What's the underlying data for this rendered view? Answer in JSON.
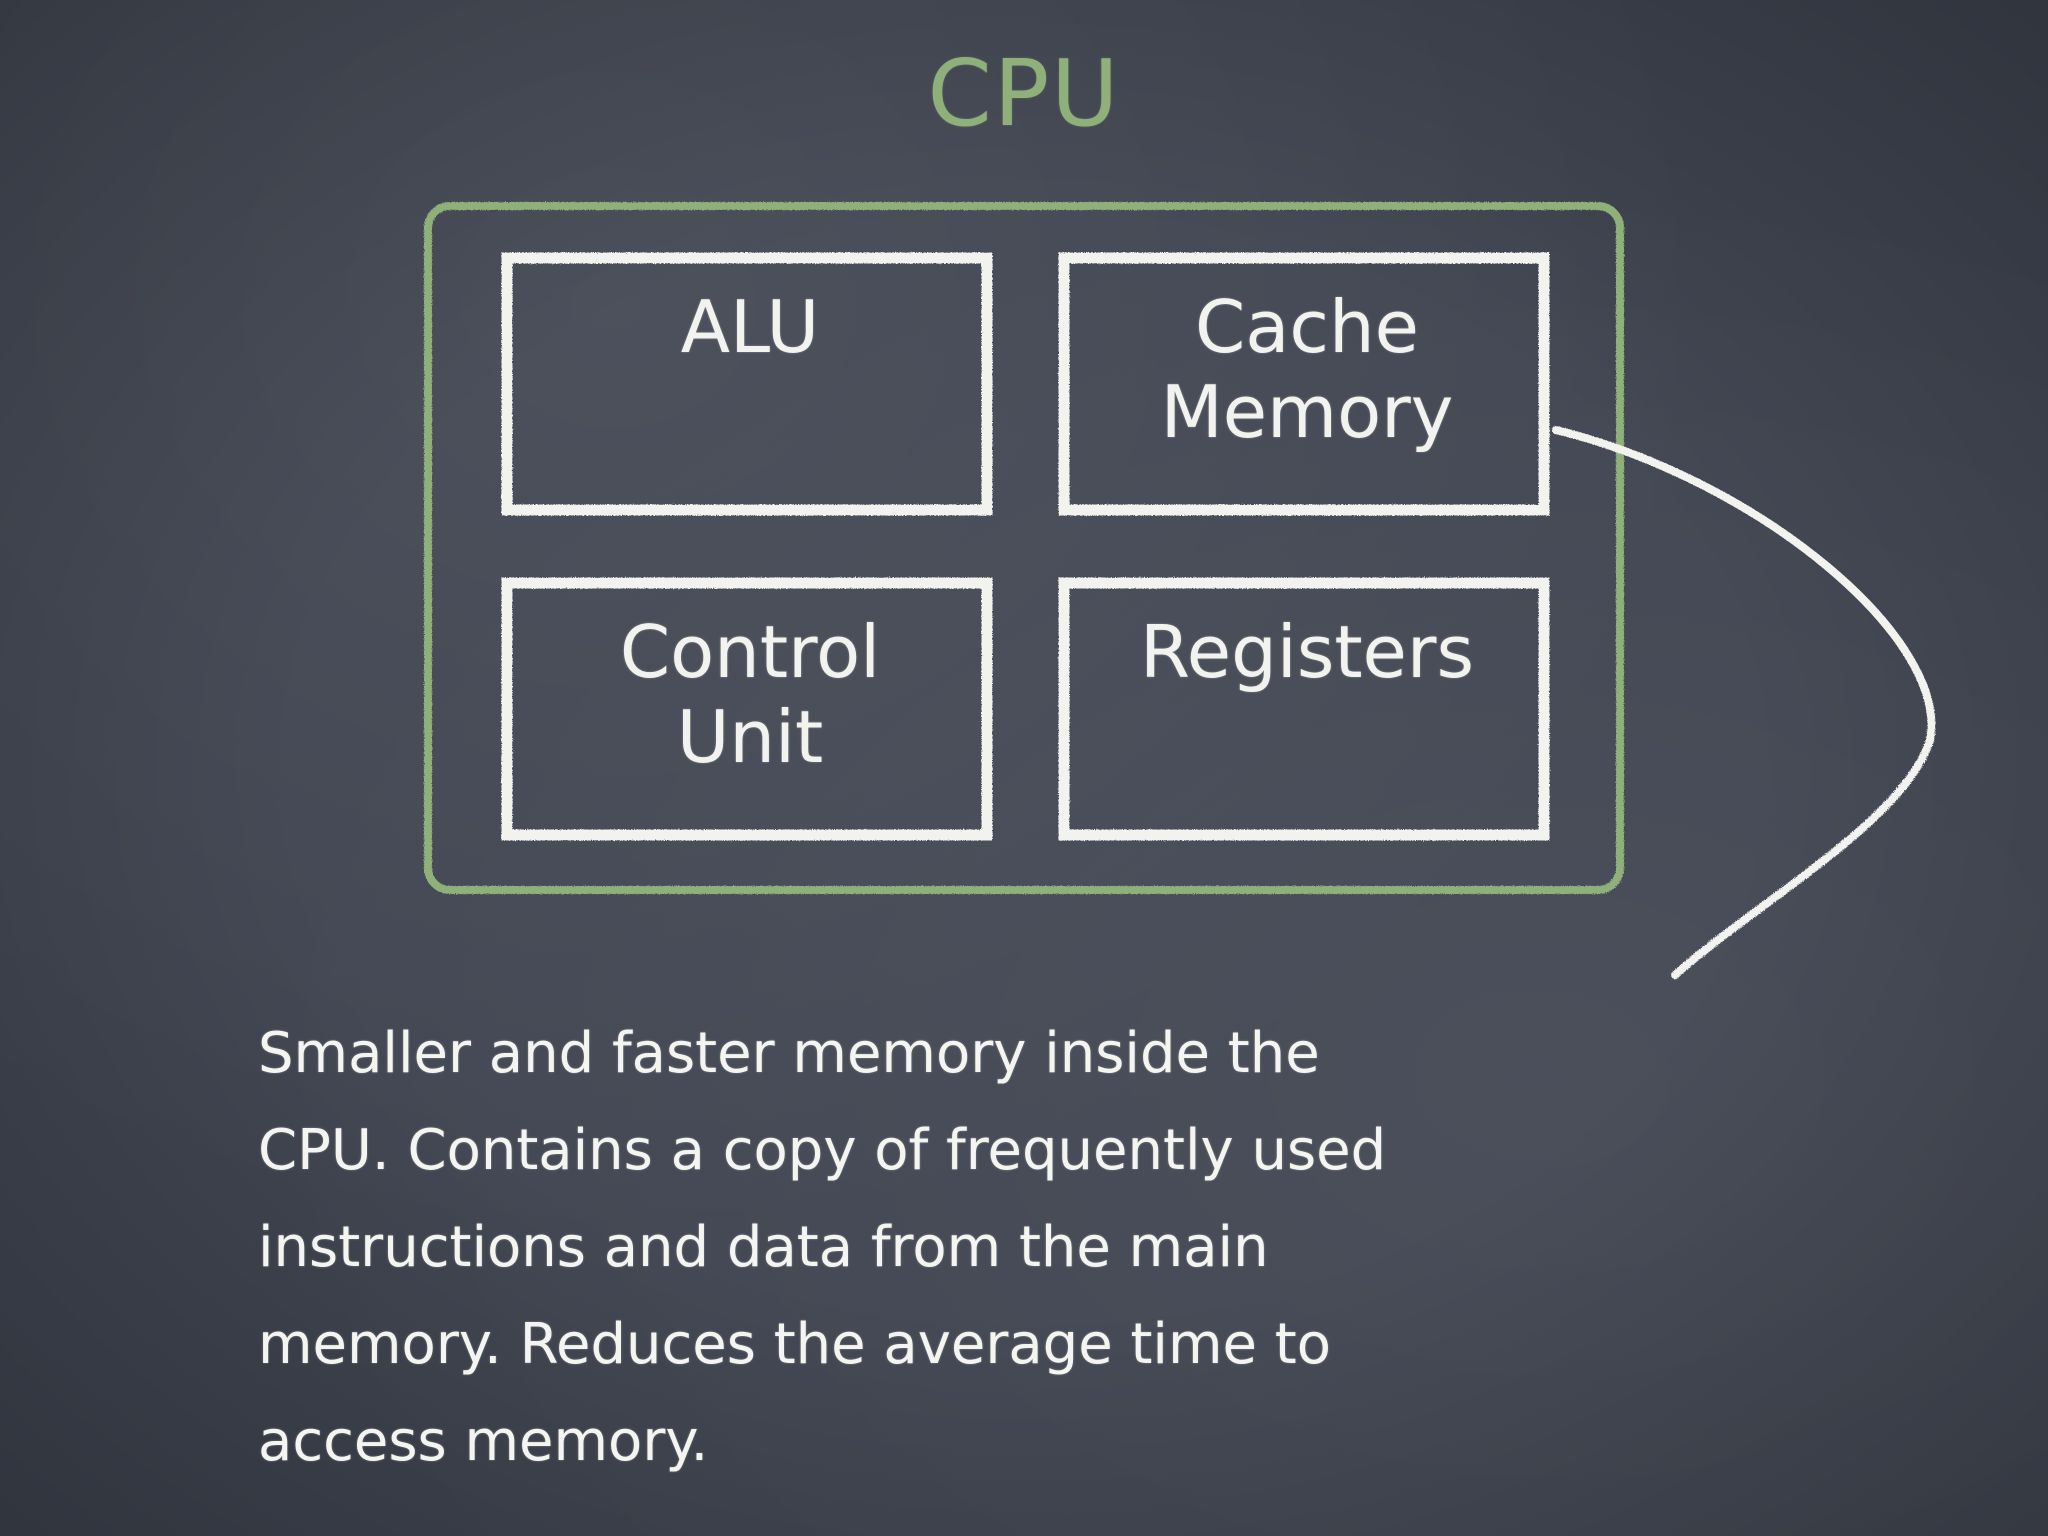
{
  "title": "CPU",
  "colors": {
    "board": "#414652",
    "chalk_green": "#8fb07a",
    "chalk_white": "#f2f2ee"
  },
  "boxes": {
    "alu": "ALU",
    "cache_memory": {
      "line1": "Cache",
      "line2": "Memory"
    },
    "control_unit": {
      "line1": "Control",
      "line2": "Unit"
    },
    "registers": "Registers"
  },
  "description": {
    "lines": [
      "Smaller and faster memory inside the",
      "CPU. Contains a copy of frequently used",
      "instructions and data from the main",
      "memory. Reduces the average time to",
      "access memory."
    ]
  }
}
